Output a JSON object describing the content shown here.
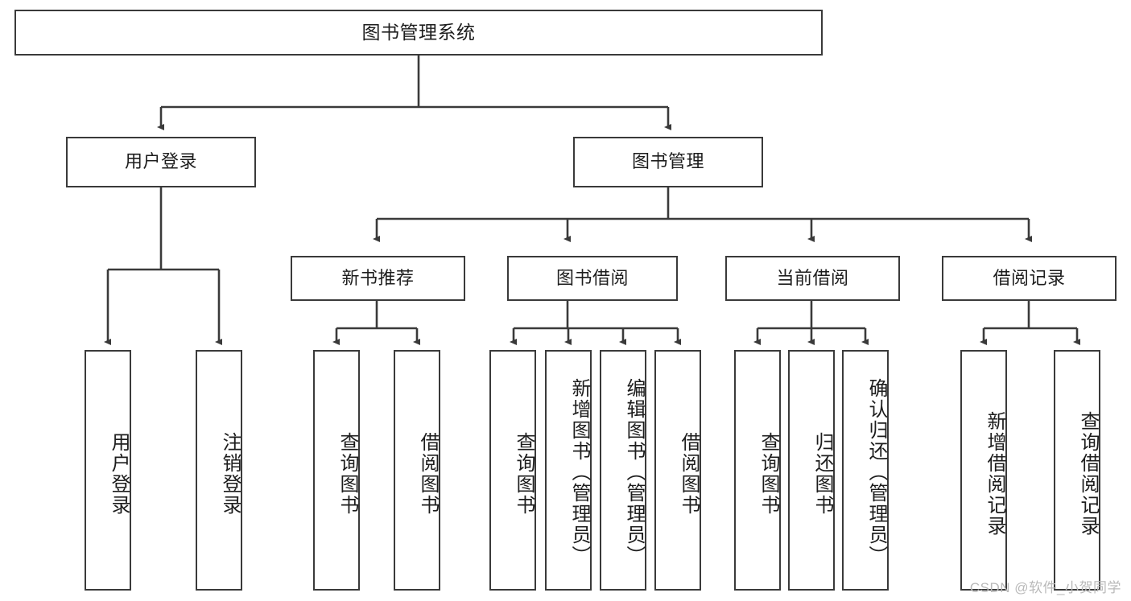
{
  "diagram": {
    "title": "图书管理系统",
    "type": "tree-hierarchy",
    "root": {
      "label": "图书管理系统"
    },
    "level2": [
      {
        "label": "用户登录"
      },
      {
        "label": "图书管理"
      }
    ],
    "level3": [
      {
        "label": "新书推荐"
      },
      {
        "label": "图书借阅"
      },
      {
        "label": "当前借阅"
      },
      {
        "label": "借阅记录"
      }
    ],
    "leaves": {
      "user_login": [
        {
          "label": "用户登录"
        },
        {
          "label": "注销登录"
        }
      ],
      "new_book_recommend": [
        {
          "label": "查询图书"
        },
        {
          "label": "借阅图书"
        }
      ],
      "book_borrow": [
        {
          "label": "查询图书"
        },
        {
          "label": "新增图书（管理员）"
        },
        {
          "label": "编辑图书（管理员）"
        },
        {
          "label": "借阅图书"
        }
      ],
      "current_borrow": [
        {
          "label": "查询图书"
        },
        {
          "label": "归还图书"
        },
        {
          "label": "确认归还（管理员）"
        }
      ],
      "borrow_record": [
        {
          "label": "新增借阅记录"
        },
        {
          "label": "查询借阅记录"
        }
      ]
    }
  },
  "watermark": {
    "text": "CSDN @软件_小贺同学"
  },
  "colors": {
    "stroke": "#3a3a3a",
    "text": "#1d1d1d",
    "background": "#ffffff",
    "watermark": "#b9b9b9"
  }
}
